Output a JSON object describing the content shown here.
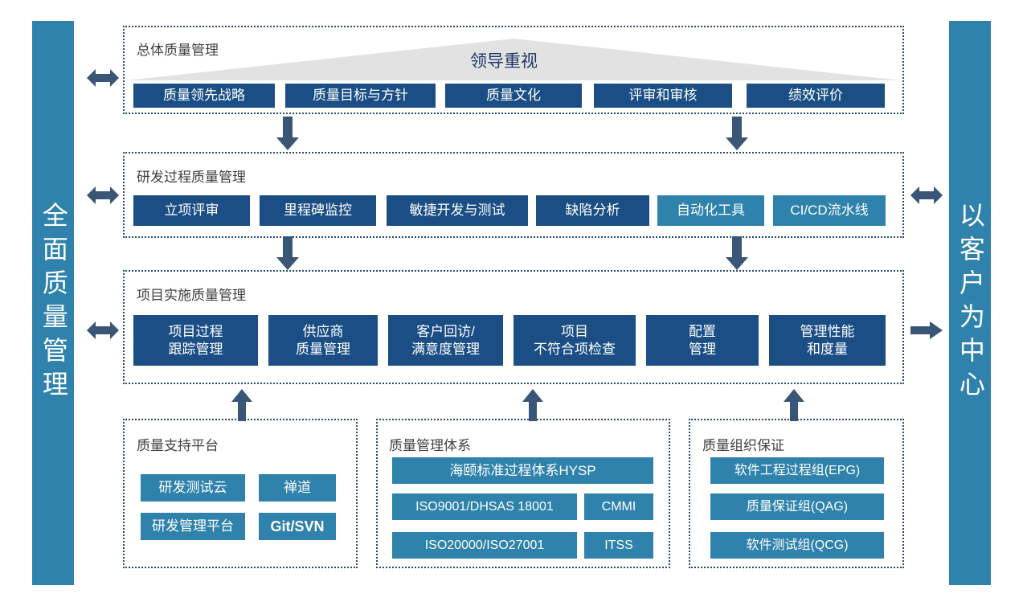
{
  "pillars": {
    "left": {
      "text": "全面质量管理",
      "color": "#2E82AB"
    },
    "right": {
      "text": "以客户为中心",
      "color": "#2E82AB"
    }
  },
  "colors": {
    "navy": "#1A4E85",
    "teal": "#2E82AB",
    "arrow": "#3A5676",
    "banner_fill": "#E2E2E2",
    "banner_text": "#1F3864",
    "dotted_border": "#274A6D"
  },
  "banner": {
    "label": "领导重视"
  },
  "sections": [
    {
      "title": "总体质量管理",
      "items": [
        {
          "label": "质量领先战略",
          "style": "navy"
        },
        {
          "label": "质量目标与方针",
          "style": "navy"
        },
        {
          "label": "质量文化",
          "style": "navy"
        },
        {
          "label": "评审和审核",
          "style": "navy"
        },
        {
          "label": "绩效评价",
          "style": "navy"
        }
      ]
    },
    {
      "title": "研发过程质量管理",
      "items": [
        {
          "label": "立项评审",
          "style": "navy"
        },
        {
          "label": "里程碑监控",
          "style": "navy"
        },
        {
          "label": "敏捷开发与测试",
          "style": "navy"
        },
        {
          "label": "缺陷分析",
          "style": "navy"
        },
        {
          "label": "自动化工具",
          "style": "teal"
        },
        {
          "label": "CI/CD流水线",
          "style": "teal"
        }
      ]
    },
    {
      "title": "项目实施质量管理",
      "items": [
        {
          "label": "项目过程\n跟踪管理",
          "style": "navy"
        },
        {
          "label": "供应商\n质量管理",
          "style": "navy"
        },
        {
          "label": "客户回访/\n满意度管理",
          "style": "navy"
        },
        {
          "label": "项目\n不符合项检查",
          "style": "navy"
        },
        {
          "label": "配置\n管理",
          "style": "navy"
        },
        {
          "label": "管理性能\n和度量",
          "style": "navy"
        }
      ]
    }
  ],
  "bottom_panels": [
    {
      "title": "质量支持平台",
      "items": [
        {
          "label": "研发测试云",
          "style": "teal"
        },
        {
          "label": "禅道",
          "style": "teal"
        },
        {
          "label": "研发管理平台",
          "style": "teal"
        },
        {
          "label": "Git/SVN",
          "style": "teal"
        }
      ]
    },
    {
      "title": "质量管理体系",
      "items": [
        {
          "label": "海颐标准过程体系HYSP",
          "style": "teal"
        },
        {
          "label": "ISO9001/DHSAS 18001",
          "style": "teal"
        },
        {
          "label": "CMMI",
          "style": "teal"
        },
        {
          "label": "ISO20000/ISO27001",
          "style": "teal"
        },
        {
          "label": "ITSS",
          "style": "teal"
        }
      ]
    },
    {
      "title": "质量组织保证",
      "items": [
        {
          "label": "软件工程过程组(EPG)",
          "style": "teal"
        },
        {
          "label": "质量保证组(QAG)",
          "style": "teal"
        },
        {
          "label": "软件测试组(QCG)",
          "style": "teal"
        }
      ]
    }
  ],
  "connectors": [
    {
      "name": "left-double-arrow-overall",
      "kind": "double-horizontal"
    },
    {
      "name": "left-double-arrow-rnd",
      "kind": "double-horizontal"
    },
    {
      "name": "left-double-arrow-project",
      "kind": "double-horizontal"
    },
    {
      "name": "right-double-arrow-rnd",
      "kind": "double-horizontal"
    },
    {
      "name": "right-single-arrow-project",
      "kind": "single-right"
    },
    {
      "name": "down-arrow-overall-left",
      "kind": "single-down"
    },
    {
      "name": "down-arrow-overall-right",
      "kind": "single-down"
    },
    {
      "name": "down-arrow-rnd-left",
      "kind": "single-down"
    },
    {
      "name": "down-arrow-rnd-right",
      "kind": "single-down"
    },
    {
      "name": "up-arrow-support-platform",
      "kind": "single-up"
    },
    {
      "name": "up-arrow-quality-system",
      "kind": "single-up"
    },
    {
      "name": "up-arrow-org-assurance",
      "kind": "single-up"
    }
  ]
}
